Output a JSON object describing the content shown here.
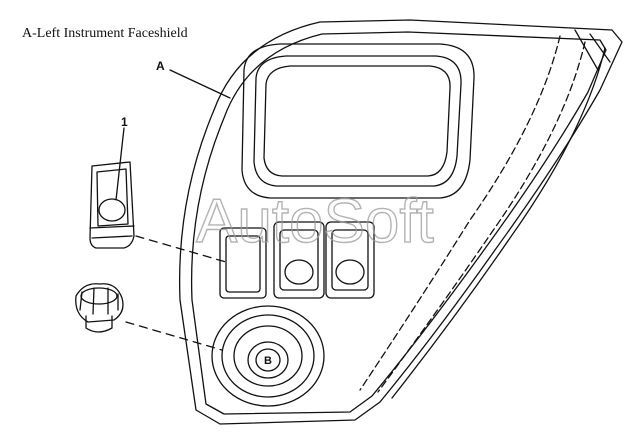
{
  "caption": "A-Left Instrument Faceshield",
  "callouts": {
    "panel_label": "A",
    "switch_label": "1",
    "keyswitch_symbol": "B"
  },
  "watermark": "AutoSoft"
}
